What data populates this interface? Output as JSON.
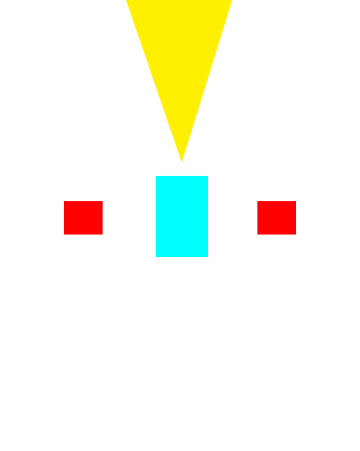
{
  "colors": {
    "background": "#ffffff",
    "beam": "#fff000",
    "player": "#00ffff",
    "enemy": "#ff0000"
  },
  "scene": {
    "objects": [
      {
        "role": "beam",
        "shape": "triangle-pointing-down",
        "color": "#fff000"
      },
      {
        "role": "player",
        "shape": "rectangle",
        "color": "#00ffff"
      },
      {
        "role": "enemy",
        "shape": "rectangle",
        "color": "#ff0000"
      },
      {
        "role": "enemy",
        "shape": "rectangle",
        "color": "#ff0000"
      }
    ]
  }
}
